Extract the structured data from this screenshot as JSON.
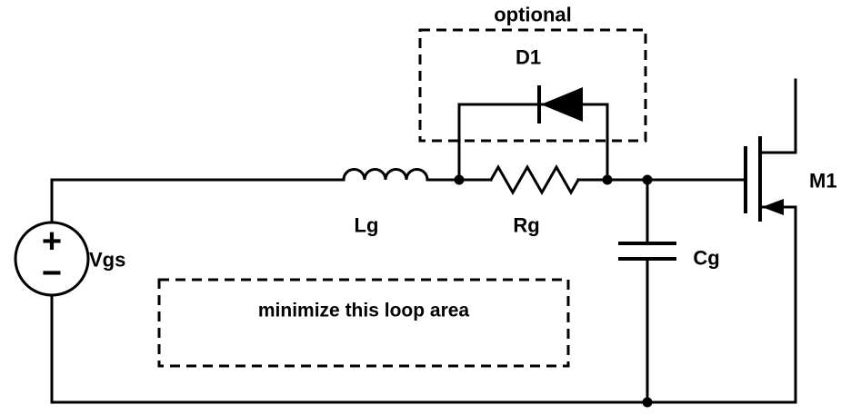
{
  "colors": {
    "ink": "#000000",
    "background": "#ffffff"
  },
  "schematic": {
    "annotations": {
      "optional_box": "optional",
      "loop_box": "minimize this loop area"
    },
    "components": {
      "voltage_source": {
        "label": "Vgs",
        "plus": "+",
        "minus": "−"
      },
      "inductor": {
        "label": "Lg"
      },
      "resistor": {
        "label": "Rg"
      },
      "diode": {
        "label": "D1"
      },
      "capacitor": {
        "label": "Cg"
      },
      "mosfet": {
        "label": "M1"
      }
    }
  }
}
